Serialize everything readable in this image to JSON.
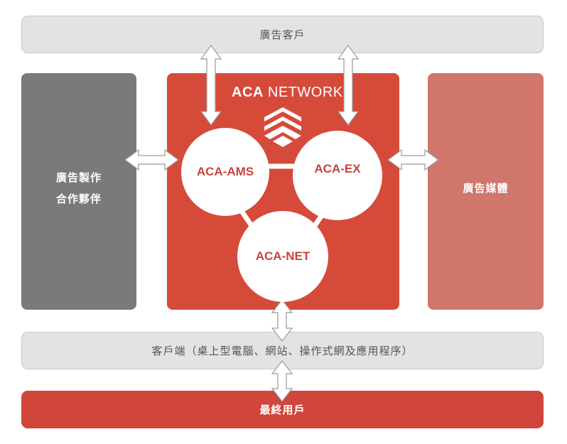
{
  "top_bar": {
    "label": "廣告客戶"
  },
  "left_panel": {
    "line1": "廣告製作",
    "line2": "合作夥伴"
  },
  "right_panel": {
    "label": "廣告媒體"
  },
  "network": {
    "brand_strong": "ACA",
    "brand_rest": " NETWORK",
    "logo_icon": "aca-layered-triangle-logo",
    "nodes": {
      "ams": "ACA-AMS",
      "ex": "ACA-EX",
      "net": "ACA-NET"
    }
  },
  "client_bar": {
    "label": "客戶端（桌上型電腦、網站、操作式網及應用程序）"
  },
  "end_bar": {
    "label": "最終用戶"
  },
  "colors": {
    "network_red": "#d64a3a",
    "end_red": "#d0463b",
    "partner_grey": "#7a7a7a",
    "media_salmon": "#d0766b",
    "bar_grey": "#e3e3e3"
  }
}
